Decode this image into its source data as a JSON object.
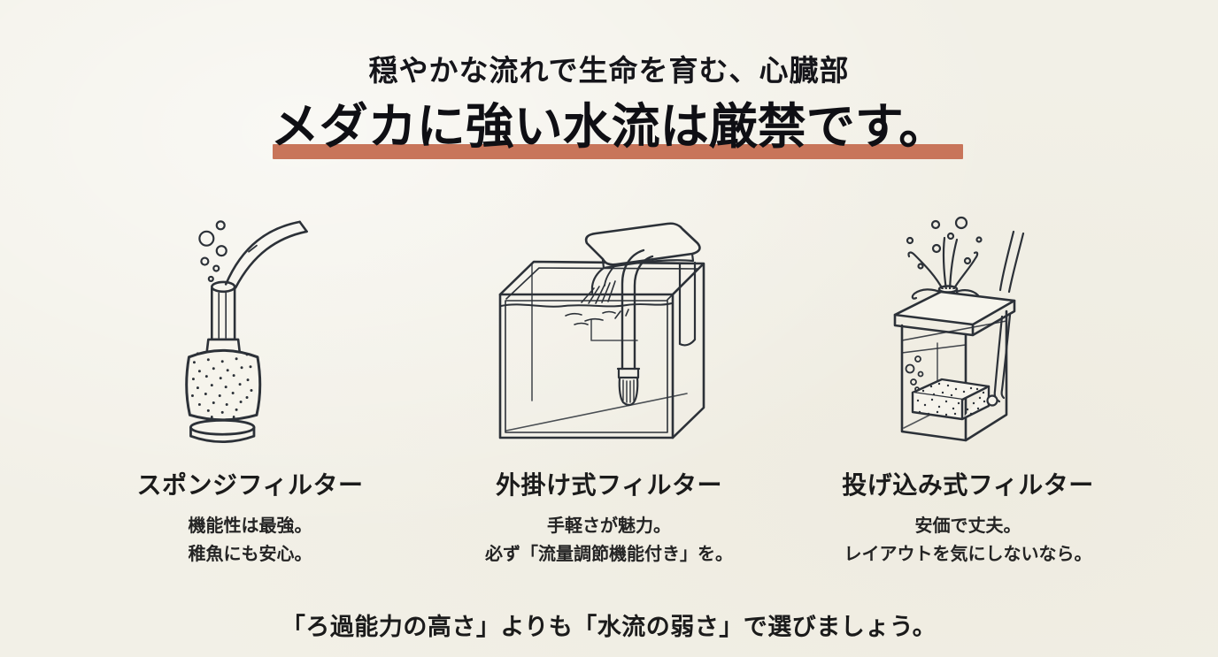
{
  "page": {
    "background_color": "#f2f0e7",
    "ink_color": "#2c3138",
    "accent_color": "#c8755a",
    "text_color": "#1c1c1c"
  },
  "header": {
    "subtitle": "穏やかな流れで生命を育む、心臓部",
    "title": "メダカに強い水流は厳禁です。"
  },
  "filters": [
    {
      "name": "スポンジフィルター",
      "description_lines": [
        "機能性は最強。",
        "稚魚にも安心。"
      ],
      "illustration": "sponge-filter-illustration"
    },
    {
      "name": "外掛け式フィルター",
      "description_lines": [
        "手軽さが魅力。",
        "必ず「流量調節機能付き」を。"
      ],
      "illustration": "hang-on-filter-illustration"
    },
    {
      "name": "投げ込み式フィルター",
      "description_lines": [
        "安価で丈夫。",
        "レイアウトを気にしないなら。"
      ],
      "illustration": "submersible-filter-illustration"
    }
  ],
  "footer": {
    "message": "「ろ過能力の高さ」よりも「水流の弱さ」で選びましょう。"
  }
}
